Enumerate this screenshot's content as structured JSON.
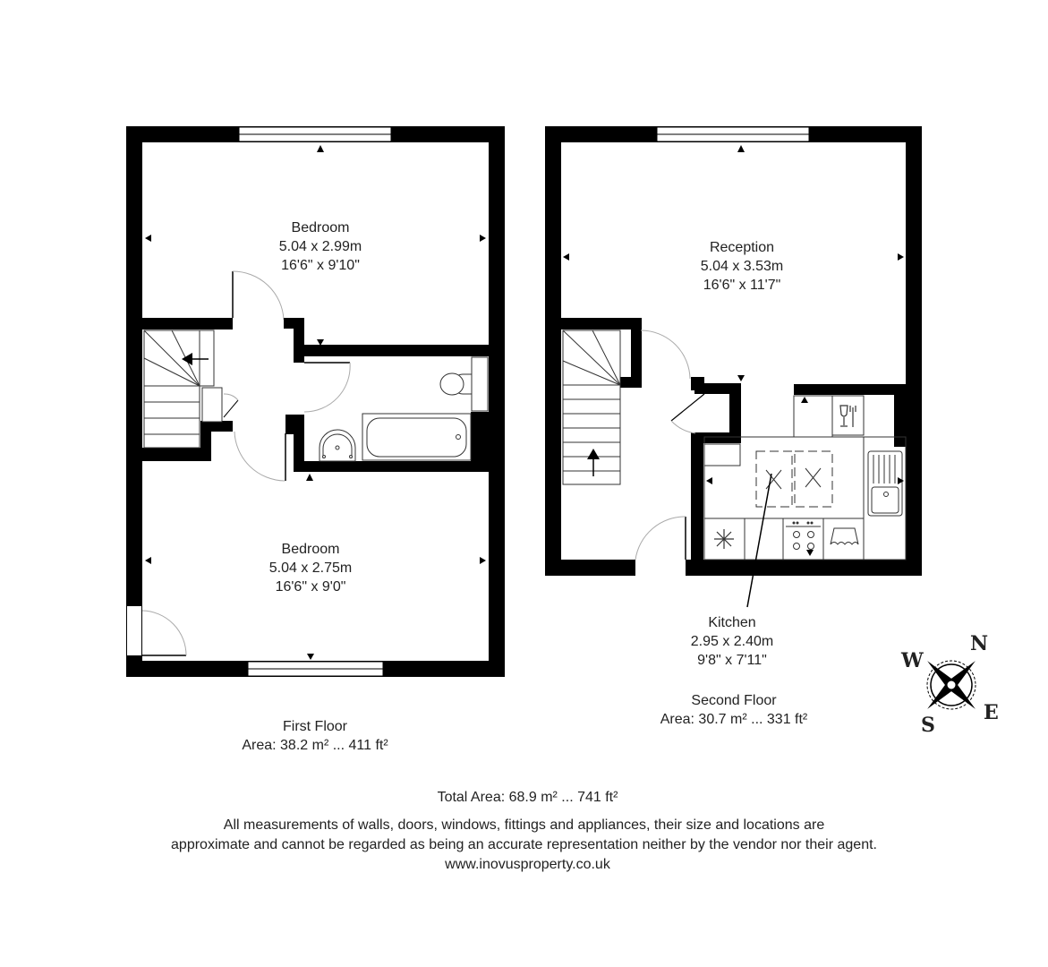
{
  "floors": [
    {
      "id": "first-floor",
      "name": "First Floor",
      "area": "Area: 38.2 m² ... 411 ft²",
      "rooms": [
        {
          "name": "Bedroom",
          "metric": "5.04 x 2.99m",
          "imperial": "16'6\" x 9'10\""
        },
        {
          "name": "Bedroom",
          "metric": "5.04 x 2.75m",
          "imperial": "16'6\" x 9'0\""
        }
      ]
    },
    {
      "id": "second-floor",
      "name": "Second Floor",
      "area": "Area: 30.7 m² ... 331 ft²",
      "rooms": [
        {
          "name": "Reception",
          "metric": "5.04 x 3.53m",
          "imperial": "16'6\" x 11'7\""
        },
        {
          "name": "Kitchen",
          "metric": "2.95 x 2.40m",
          "imperial": "9'8\" x 7'11\""
        }
      ]
    }
  ],
  "total_area": "Total Area: 68.9 m² ... 741 ft²",
  "disclaimer": [
    "All measurements of walls, doors, windows, fittings and appliances, their size and locations are",
    "approximate and cannot be regarded as being an accurate representation neither by the vendor nor their agent."
  ],
  "website": "www.inovusproperty.co.uk",
  "compass": {
    "n": "N",
    "e": "E",
    "s": "S",
    "w": "W"
  },
  "icons": {
    "stairs": "stairs-icon",
    "toilet": "toilet-icon",
    "bath": "bath-icon",
    "basin": "basin-icon",
    "sink": "sink-icon",
    "hob": "hob-icon",
    "fridge": "fridge-icon",
    "dishwasher": "dishwasher-icon",
    "washer": "washing-machine-icon",
    "compass": "compass-rose-icon"
  },
  "colors": {
    "wall": "#000000",
    "door_arc": "#a0a0a0",
    "text": "#222222",
    "background": "#ffffff"
  }
}
